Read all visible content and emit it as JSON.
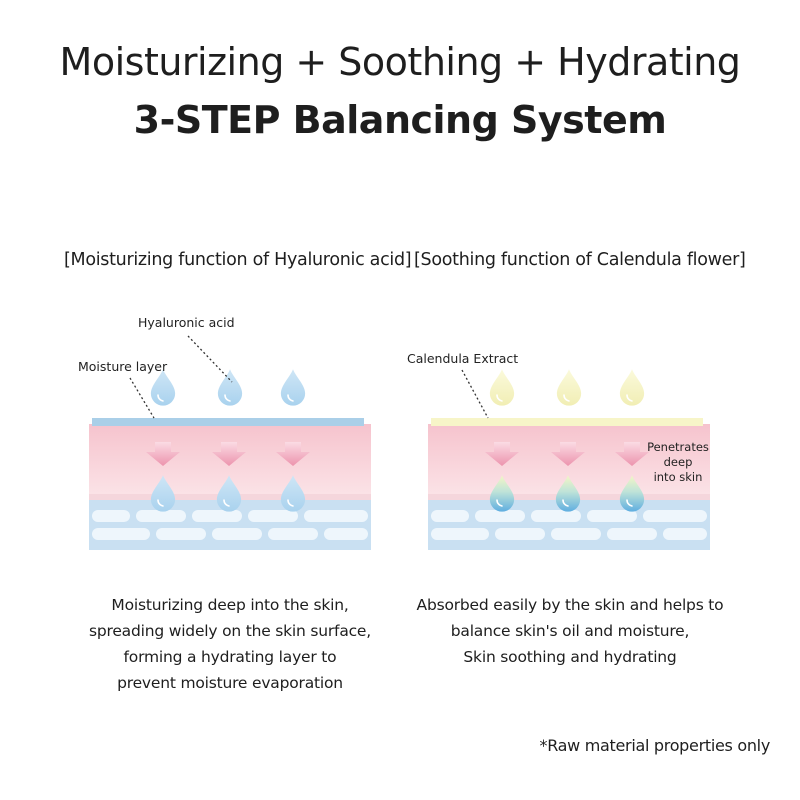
{
  "header": {
    "title_line1": "Moisturizing + Soothing + Hydrating",
    "title_line2": "3-STEP Balancing System"
  },
  "left_panel": {
    "heading": "[Moisturizing function of Hyaluronic acid]",
    "label_ingredient": "Hyaluronic acid",
    "label_layer": "Moisture layer",
    "description": [
      "Moisturizing deep into the skin,",
      "spreading widely on the skin surface,",
      "forming a hydrating layer to",
      "prevent moisture evaporation"
    ]
  },
  "right_panel": {
    "heading": "[Soothing function of Calendula flower]",
    "label_ingredient": "Calendula Extract",
    "label_penetrates": [
      "Penetrates",
      "deep",
      "into skin"
    ],
    "description": [
      "Absorbed easily by the skin and helps to",
      "balance skin's oil and moisture,",
      "Skin soothing and hydrating"
    ]
  },
  "footnote": "*Raw material properties only",
  "colors": {
    "hyaluronic_drop": "#b7d9ef",
    "calendula_drop": "#f5f3c4",
    "skin_pink": "#f7cdd5",
    "cell_blue": "#c6dff0",
    "arrow_pink": "#ef9fb6",
    "moisture_layer": "#aacfe8",
    "calendula_layer": "#f7f5c8"
  }
}
